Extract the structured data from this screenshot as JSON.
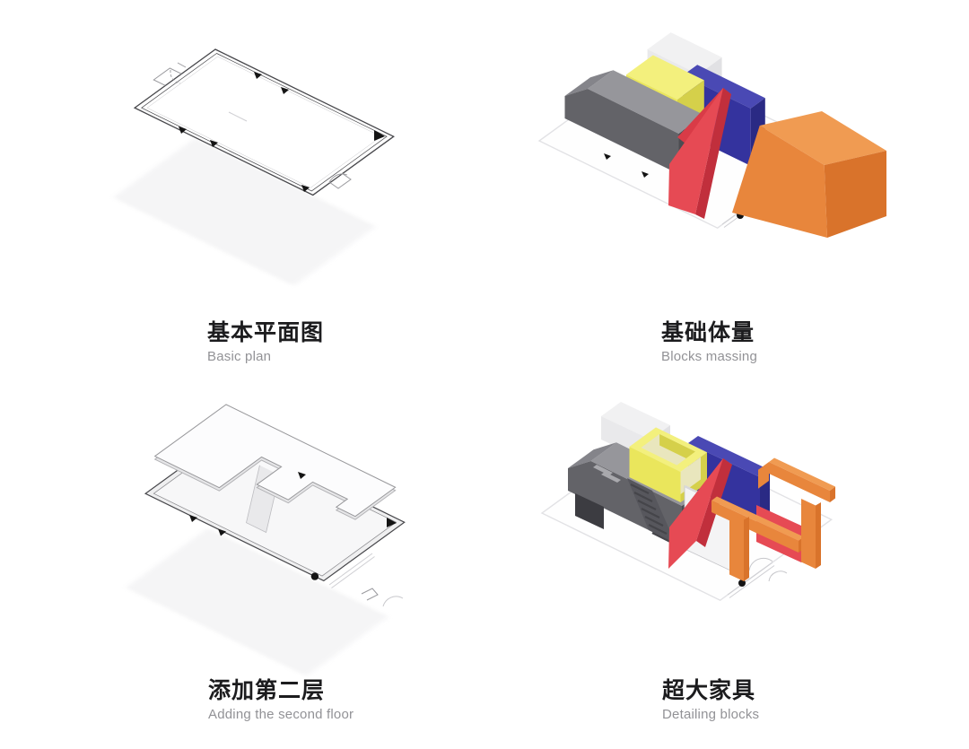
{
  "page": {
    "background": "#ffffff"
  },
  "panels": [
    {
      "id": "basic-plan",
      "title_zh": "基本平面图",
      "title_en": "Basic plan"
    },
    {
      "id": "blocks-massing",
      "title_zh": "基础体量",
      "title_en": "Blocks massing"
    },
    {
      "id": "second-floor",
      "title_zh": "添加第二层",
      "title_en": "Adding the second floor"
    },
    {
      "id": "detailing-blocks",
      "title_zh": "超大家具",
      "title_en": "Detailing blocks"
    }
  ],
  "colors": {
    "page": "#ffffff",
    "title": "#1c1c1e",
    "subtitle": "#929296",
    "gray": "#636368",
    "gray-top": "#96969b",
    "gray-dark": "#4c4c52",
    "gray-chamfer": "#84848a",
    "gray-step": "#57575d",
    "yellow": "#eae65c",
    "yellow-top": "#f3f07d",
    "yellow-dark": "#d5d04a",
    "yellow-inner": "#e9e6bd",
    "blue": "#34339e",
    "blue-top": "#4a49b4",
    "blue-dark": "#2a2a84",
    "red": "#e64a54",
    "red-mid": "#d93b47",
    "red-dark": "#c12f3c",
    "orange": "#e8863c",
    "orange-top": "#f09b52",
    "orange-dark": "#d9732b",
    "ghost": "#f1f1f2",
    "ghost-front": "#e9e9eb",
    "ghost-side": "#e1e1e4",
    "line": "#46464a",
    "line-soft": "#9a9a9e",
    "faint": "#e2e2e5",
    "shadow": "#f5f5f6",
    "marker": "#141414"
  }
}
